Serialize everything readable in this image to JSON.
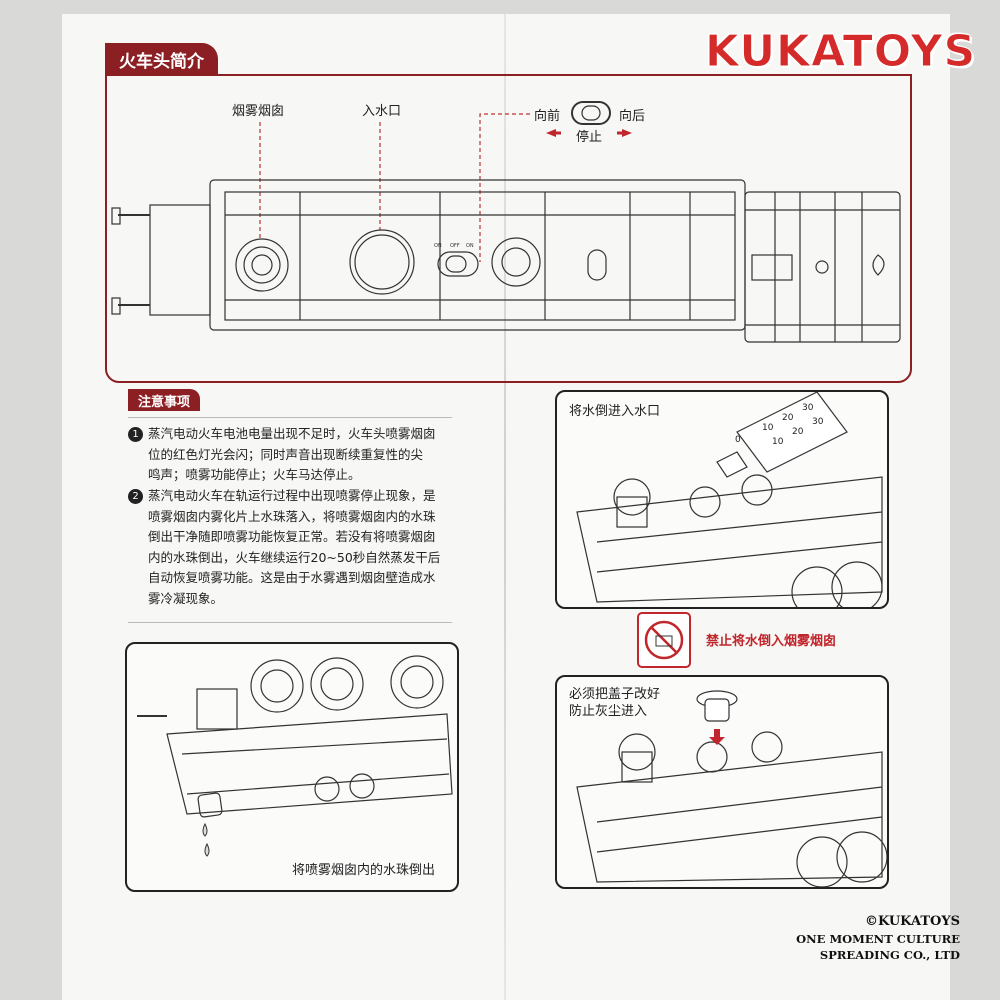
{
  "brand": {
    "logo_text": "KUKATOYS"
  },
  "intro": {
    "title": "火车头简介",
    "label_chimney": "烟雾烟囱",
    "label_inlet": "入水口",
    "label_forward": "向前",
    "label_stop": "停止",
    "label_backward": "向后",
    "switch_marks": [
      "ON",
      "OFF",
      "ON"
    ]
  },
  "notes": {
    "title": "注意事项",
    "items": [
      {
        "num": "1",
        "lines": [
          "蒸汽电动火车电池电量出现不足时，火车头喷雾烟囱",
          "位的红色灯光会闪；同时声音出现断续重复性的尖",
          "鸣声；喷雾功能停止；火车马达停止。"
        ]
      },
      {
        "num": "2",
        "lines": [
          "蒸汽电动火车在轨运行过程中出现喷雾停止现象，是",
          "喷雾烟囱内雾化片上水珠落入，将喷雾烟囱内的水珠",
          "倒出干净随即喷雾功能恢复正常。若没有将喷雾烟囱",
          "内的水珠倒出，火车继续运行20~50秒自然蒸发干后",
          "自动恢复喷雾功能。这是由于水雾遇到烟囱壁造成水",
          "雾冷凝现象。"
        ]
      }
    ]
  },
  "pour_out": {
    "caption": "将喷雾烟囱内的水珠倒出"
  },
  "pour_in": {
    "caption": "将水倒进入水口",
    "scale_marks": [
      "0",
      "10",
      "20",
      "30",
      "10",
      "20",
      "30"
    ]
  },
  "warning": {
    "text": "禁止将水倒入烟雾烟囱"
  },
  "cap": {
    "caption_line1": "必须把盖子改好",
    "caption_line2": "防止灰尘进入"
  },
  "footer": {
    "line1": "©KUKATOYS",
    "line2": "ONE MOMENT CULTURE",
    "line3": "SPREADING CO., LTD"
  },
  "colors": {
    "accent": "#8c1f23",
    "brand_red": "#d42a2a",
    "warning_red": "#c0262b"
  }
}
